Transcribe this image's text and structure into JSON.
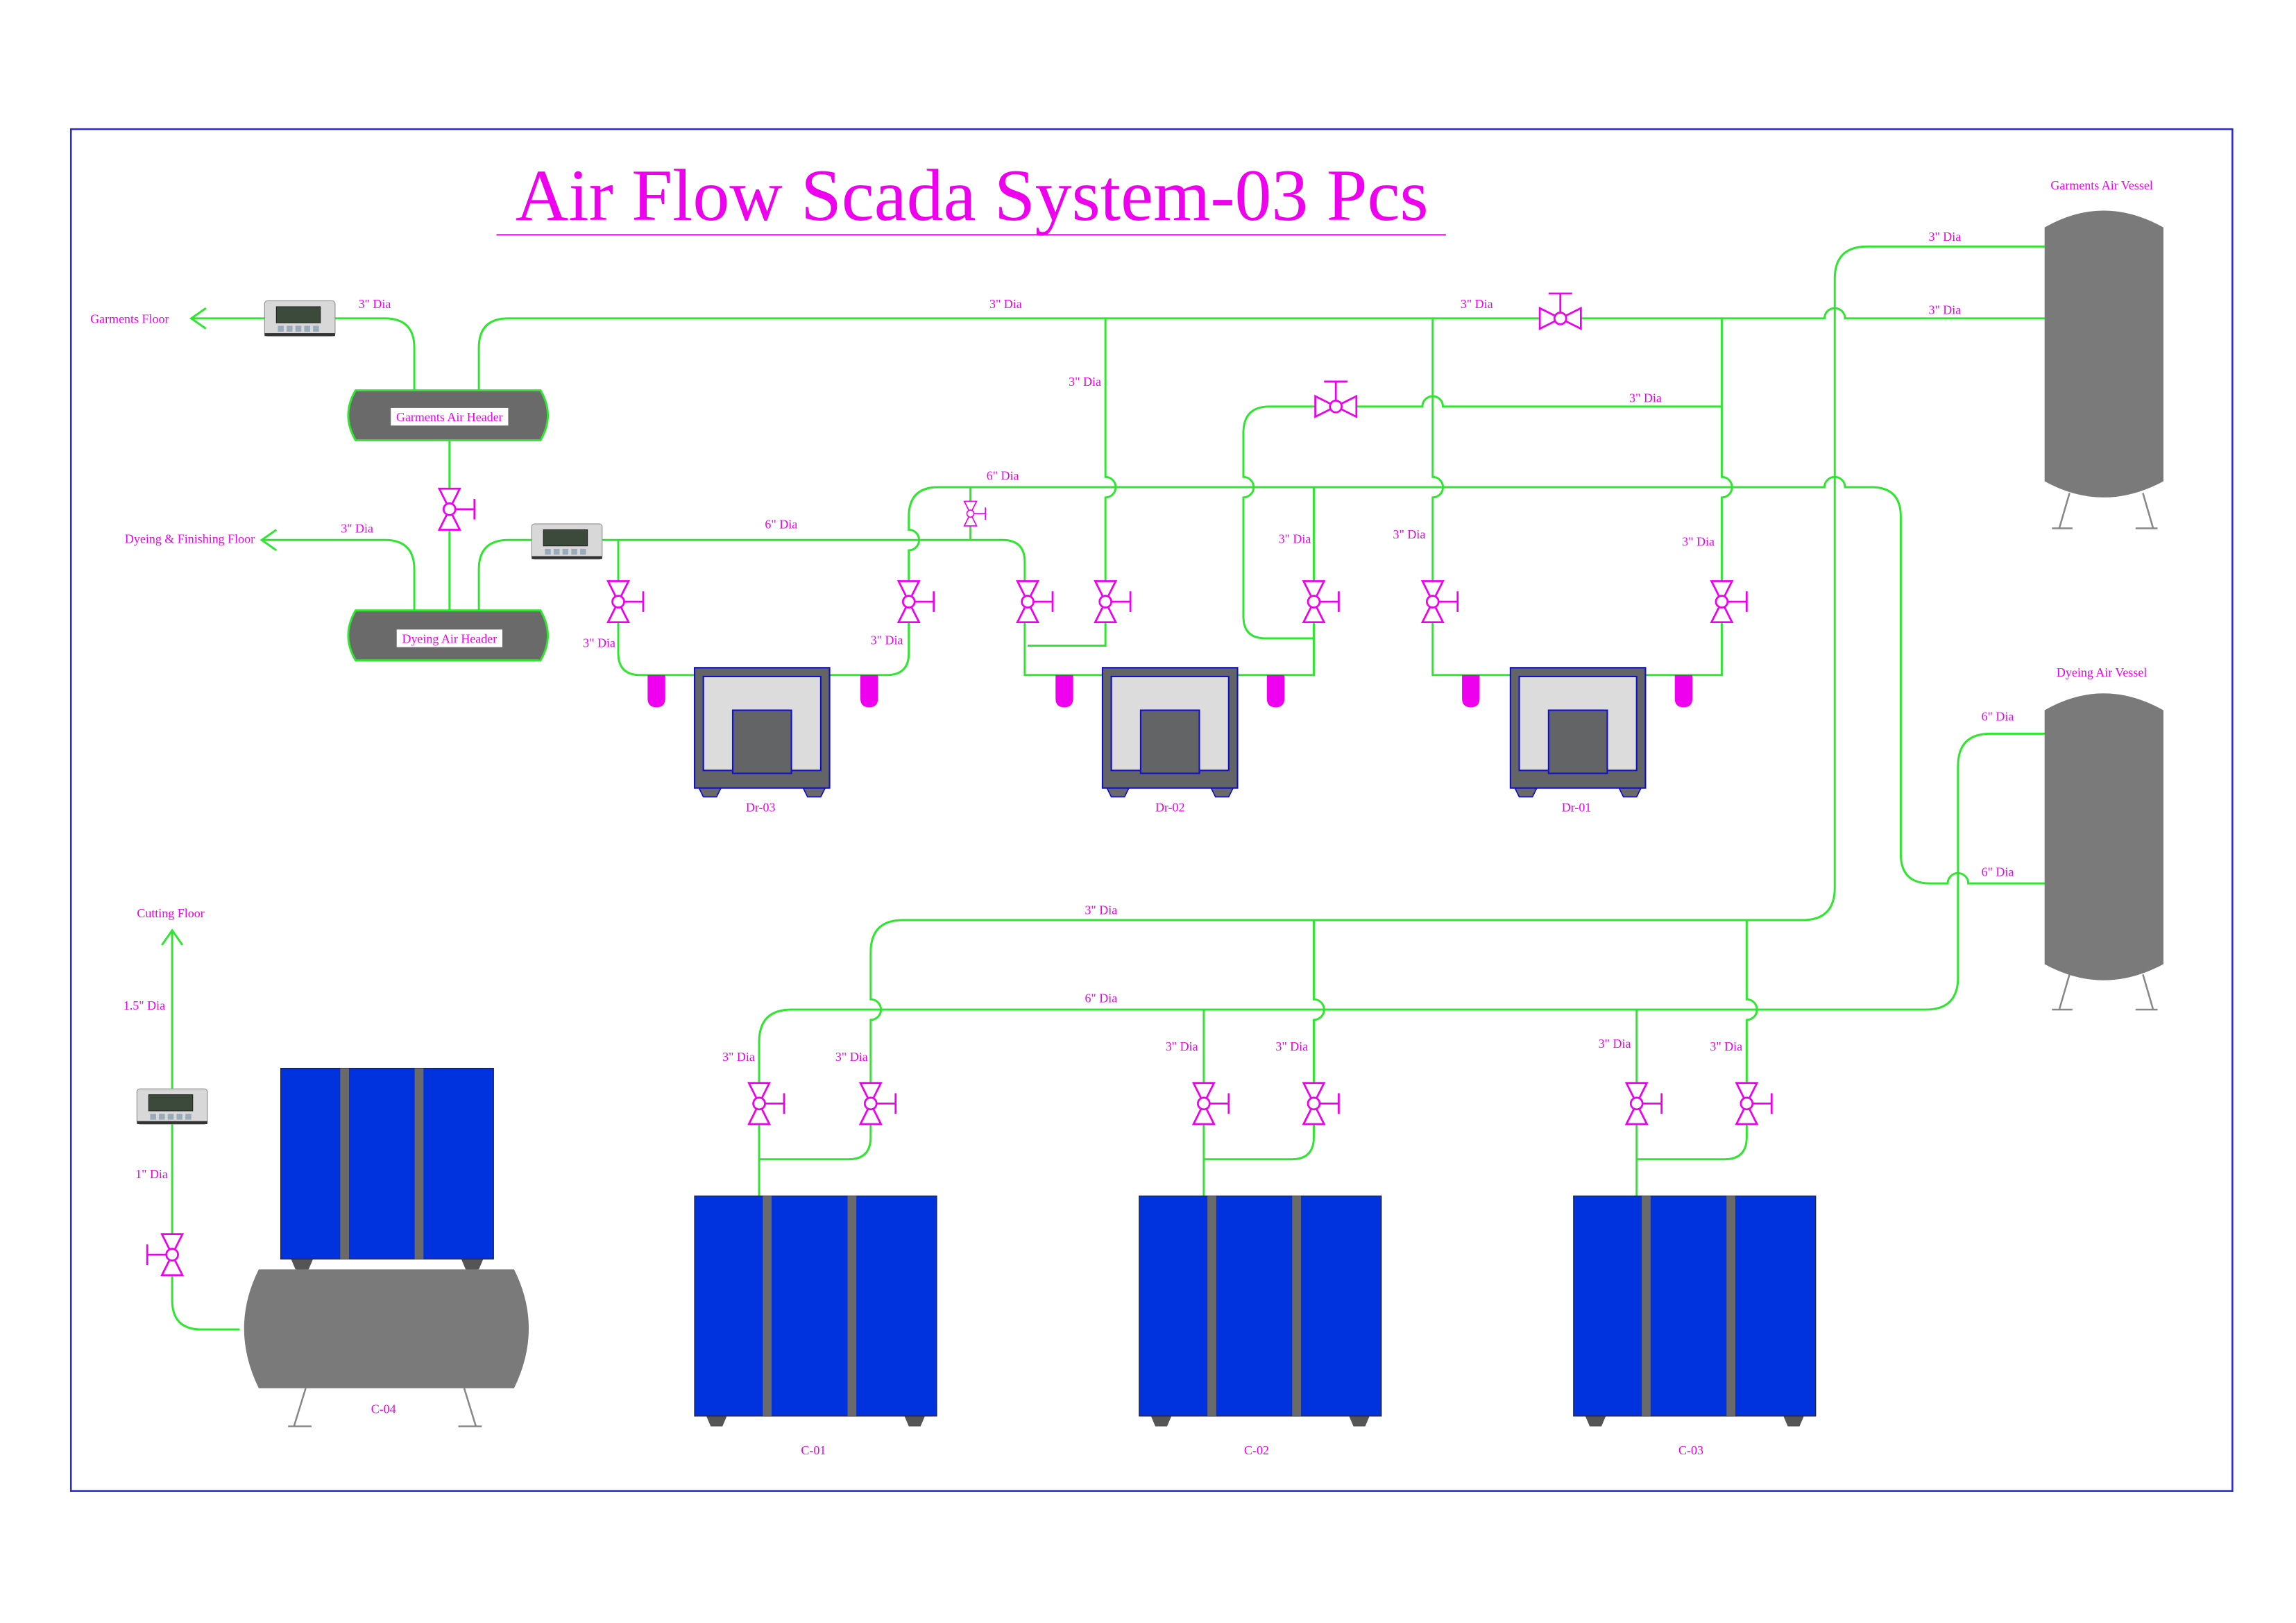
{
  "title": "Air Flow Scada System-03 Pcs",
  "destinations": {
    "garments_floor": "Garments Floor",
    "dyeing_floor": "Dyeing & Finishing Floor",
    "cutting_floor": "Cutting Floor"
  },
  "headers": {
    "garments": "Garments Air Header",
    "dyeing": "Dyeing Air Header"
  },
  "vessels": {
    "garments": "Garments Air Vessel",
    "dyeing": "Dyeing Air Vessel"
  },
  "dryers": [
    "Dr-03",
    "Dr-02",
    "Dr-01"
  ],
  "compressors": [
    "C-01",
    "C-02",
    "C-03",
    "C-04"
  ],
  "pipe_labels": [
    "3\" Dia",
    "3\" Dia",
    "3\" Dia",
    "3\" Dia",
    "3\" Dia",
    "3\" Dia",
    "3\" Dia",
    "6\" Dia",
    "6\" Dia",
    "3\" Dia",
    "3\" Dia",
    "3\" Dia",
    "3\" Dia",
    "3\" Dia",
    "3\" Dia",
    "6\" Dia",
    "6\" Dia",
    "3\" Dia",
    "6\" Dia",
    "3\" Dia",
    "3\" Dia",
    "3\" Dia",
    "3\" Dia",
    "3\" Dia",
    "3\" Dia",
    "1.5\" Dia",
    "1\" Dia"
  ],
  "colors": {
    "pipe": "#2ee62e",
    "text": "#ee00ee",
    "border": "#2a2ad0",
    "compressor": "#0033dd",
    "equipment_gray": "#6a6a6a",
    "dryer_panel": "#dcdcdc"
  }
}
